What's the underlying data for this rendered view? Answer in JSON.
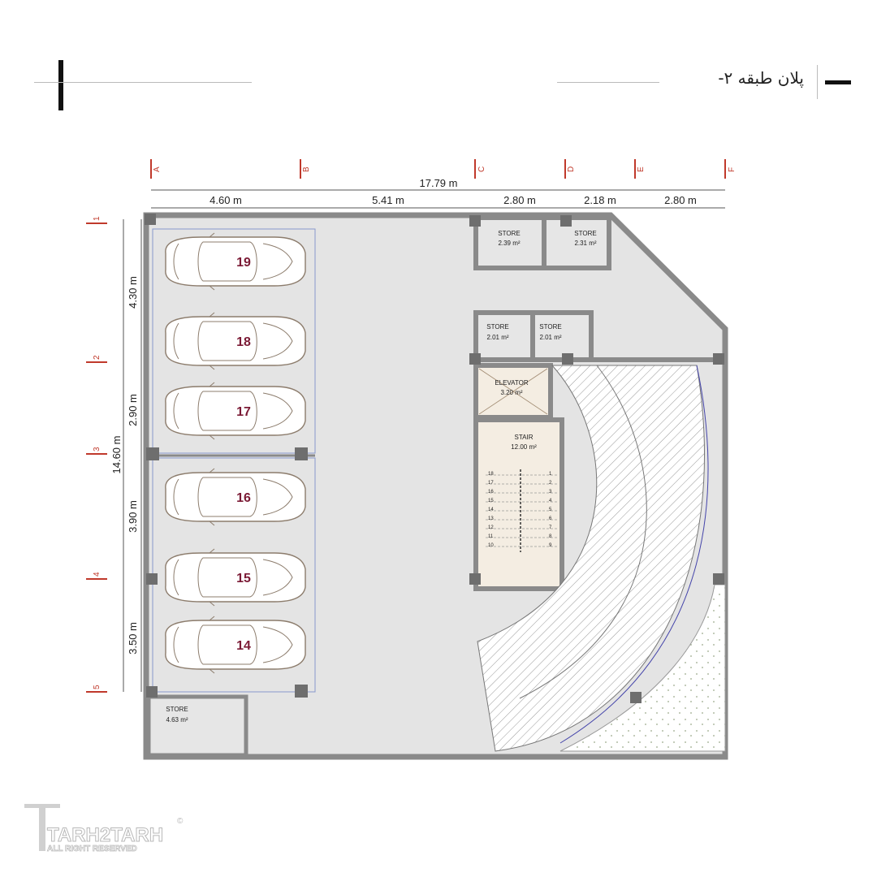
{
  "header": {
    "title": "پلان طبقه ۲-"
  },
  "grid": {
    "columns": [
      "A",
      "B",
      "C",
      "D",
      "E",
      "F"
    ],
    "rows": [
      "1",
      "2",
      "3",
      "4",
      "5"
    ],
    "total_width": "17.79 m",
    "total_height": "14.60 m",
    "col_dims": [
      "4.60 m",
      "5.41 m",
      "2.80 m",
      "2.18 m",
      "2.80 m"
    ],
    "row_dims": [
      "4.30 m",
      "2.90 m",
      "3.90 m",
      "3.50 m"
    ]
  },
  "rooms": {
    "store_1": {
      "name": "STORE",
      "area": "2.39 m²"
    },
    "store_2": {
      "name": "STORE",
      "area": "2.31 m²"
    },
    "store_3": {
      "name": "STORE",
      "area": "2.01 m²"
    },
    "store_4": {
      "name": "STORE",
      "area": "2.01 m²"
    },
    "elevator": {
      "name": "ELEVATOR",
      "area": "3.20 m²"
    },
    "stair": {
      "name": "STAIR",
      "area": "12.00 m²"
    },
    "store_5": {
      "name": "STORE",
      "area": "4.63 m²"
    }
  },
  "stair_steps": {
    "left": [
      "18",
      "17",
      "16",
      "15",
      "14",
      "13",
      "12",
      "11",
      "10"
    ],
    "right": [
      "1",
      "2",
      "3",
      "4",
      "5",
      "6",
      "7",
      "8",
      "9"
    ]
  },
  "parking": [
    "19",
    "18",
    "17",
    "16",
    "15",
    "14"
  ],
  "brand": {
    "name": "TARH2TARH",
    "tagline": "ALL RIGHT RESERVED",
    "mark": "©"
  },
  "colors": {
    "accent": "#c0392b",
    "wall": "#8a8a8a",
    "floor": "#e4e4e4",
    "badge": "#7b1a35"
  }
}
